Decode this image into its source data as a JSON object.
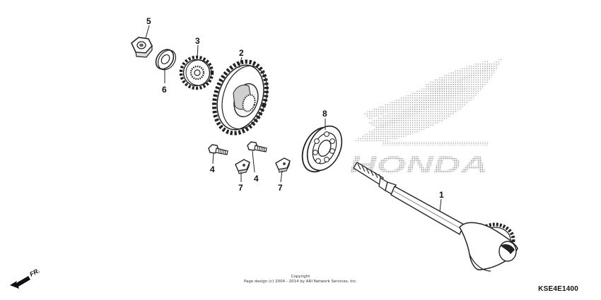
{
  "callouts": {
    "n1": "1",
    "n2": "2",
    "n3": "3",
    "n4a": "4",
    "n4b": "4",
    "n5": "5",
    "n6": "6",
    "n7a": "7",
    "n7b": "7",
    "n8": "8"
  },
  "brand": {
    "wordmark": "HONDA"
  },
  "front_arrow": {
    "label": "FR."
  },
  "copyright": {
    "line1": "Copyright",
    "line2": "Page design (c) 2004 - 2014 by ARI Network Services, Inc."
  },
  "diagram_code": "KSE4E1400"
}
